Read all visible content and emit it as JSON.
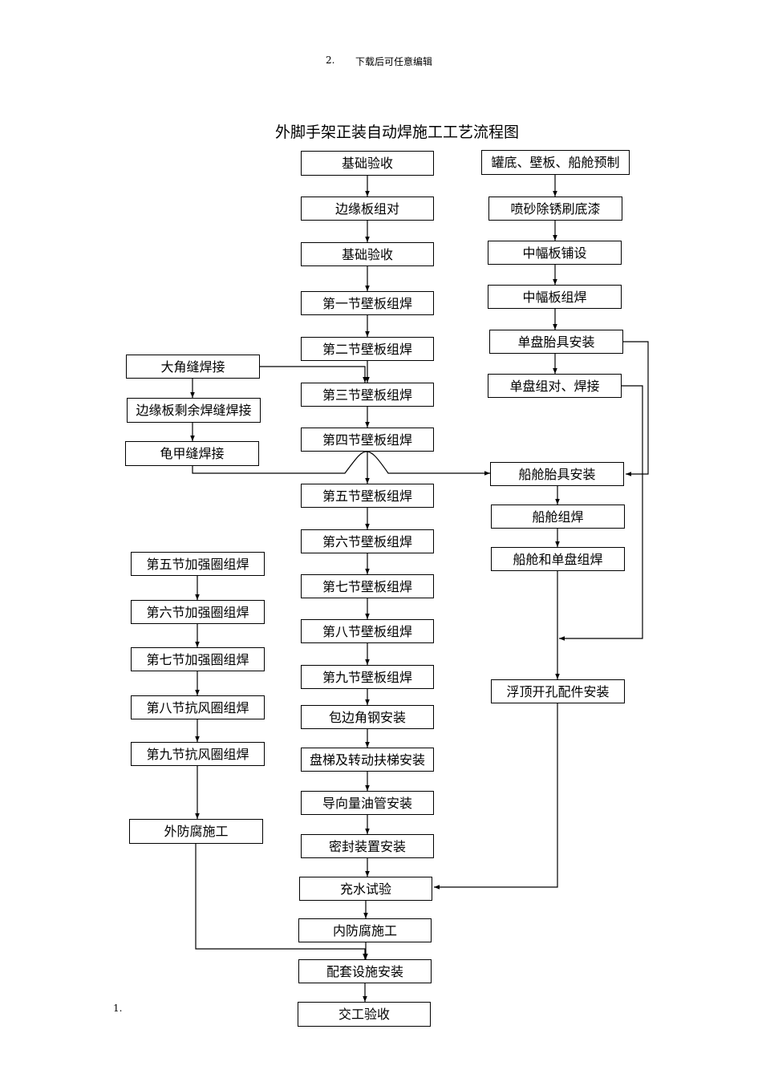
{
  "header": {
    "number": "2.",
    "note": "下载后可任意编辑"
  },
  "title": "外脚手架正装自动焊施工工艺流程图",
  "footer_number": "1.",
  "steps": {
    "c1": "基础验收",
    "c2": "边缘板组对",
    "c3": "基础验收",
    "c4": "第一节壁板组焊",
    "c5": "第二节壁板组焊",
    "c6": "第三节壁板组焊",
    "c7": "第四节壁板组焊",
    "c8": "第五节壁板组焊",
    "c9": "第六节壁板组焊",
    "c10": "第七节壁板组焊",
    "c11": "第八节壁板组焊",
    "c12": "第九节壁板组焊",
    "c13": "包边角钢安装",
    "c14": "盘梯及转动扶梯安装",
    "c15": "导向量油管安装",
    "c16": "密封装置安装",
    "c17": "充水试验",
    "c18": "内防腐施工",
    "c19": "配套设施安装",
    "c20": "交工验收",
    "l1": "大角缝焊接",
    "l2": "边缘板剩余焊缝焊接",
    "l3": "龟甲缝焊接",
    "l4": "第五节加强圈组焊",
    "l5": "第六节加强圈组焊",
    "l6": "第七节加强圈组焊",
    "l7": "第八节抗风圈组焊",
    "l8": "第九节抗风圈组焊",
    "l9": "外防腐施工",
    "r1": "罐底、壁板、船舱预制",
    "r2": "喷砂除锈刷底漆",
    "r3": "中幅板铺设",
    "r4": "中幅板组焊",
    "r5": "单盘胎具安装",
    "r6": "单盘组对、焊接",
    "r7": "船舱胎具安装",
    "r8": "船舱组焊",
    "r9": "船舱和单盘组焊",
    "r10": "浮顶开孔配件安装"
  }
}
